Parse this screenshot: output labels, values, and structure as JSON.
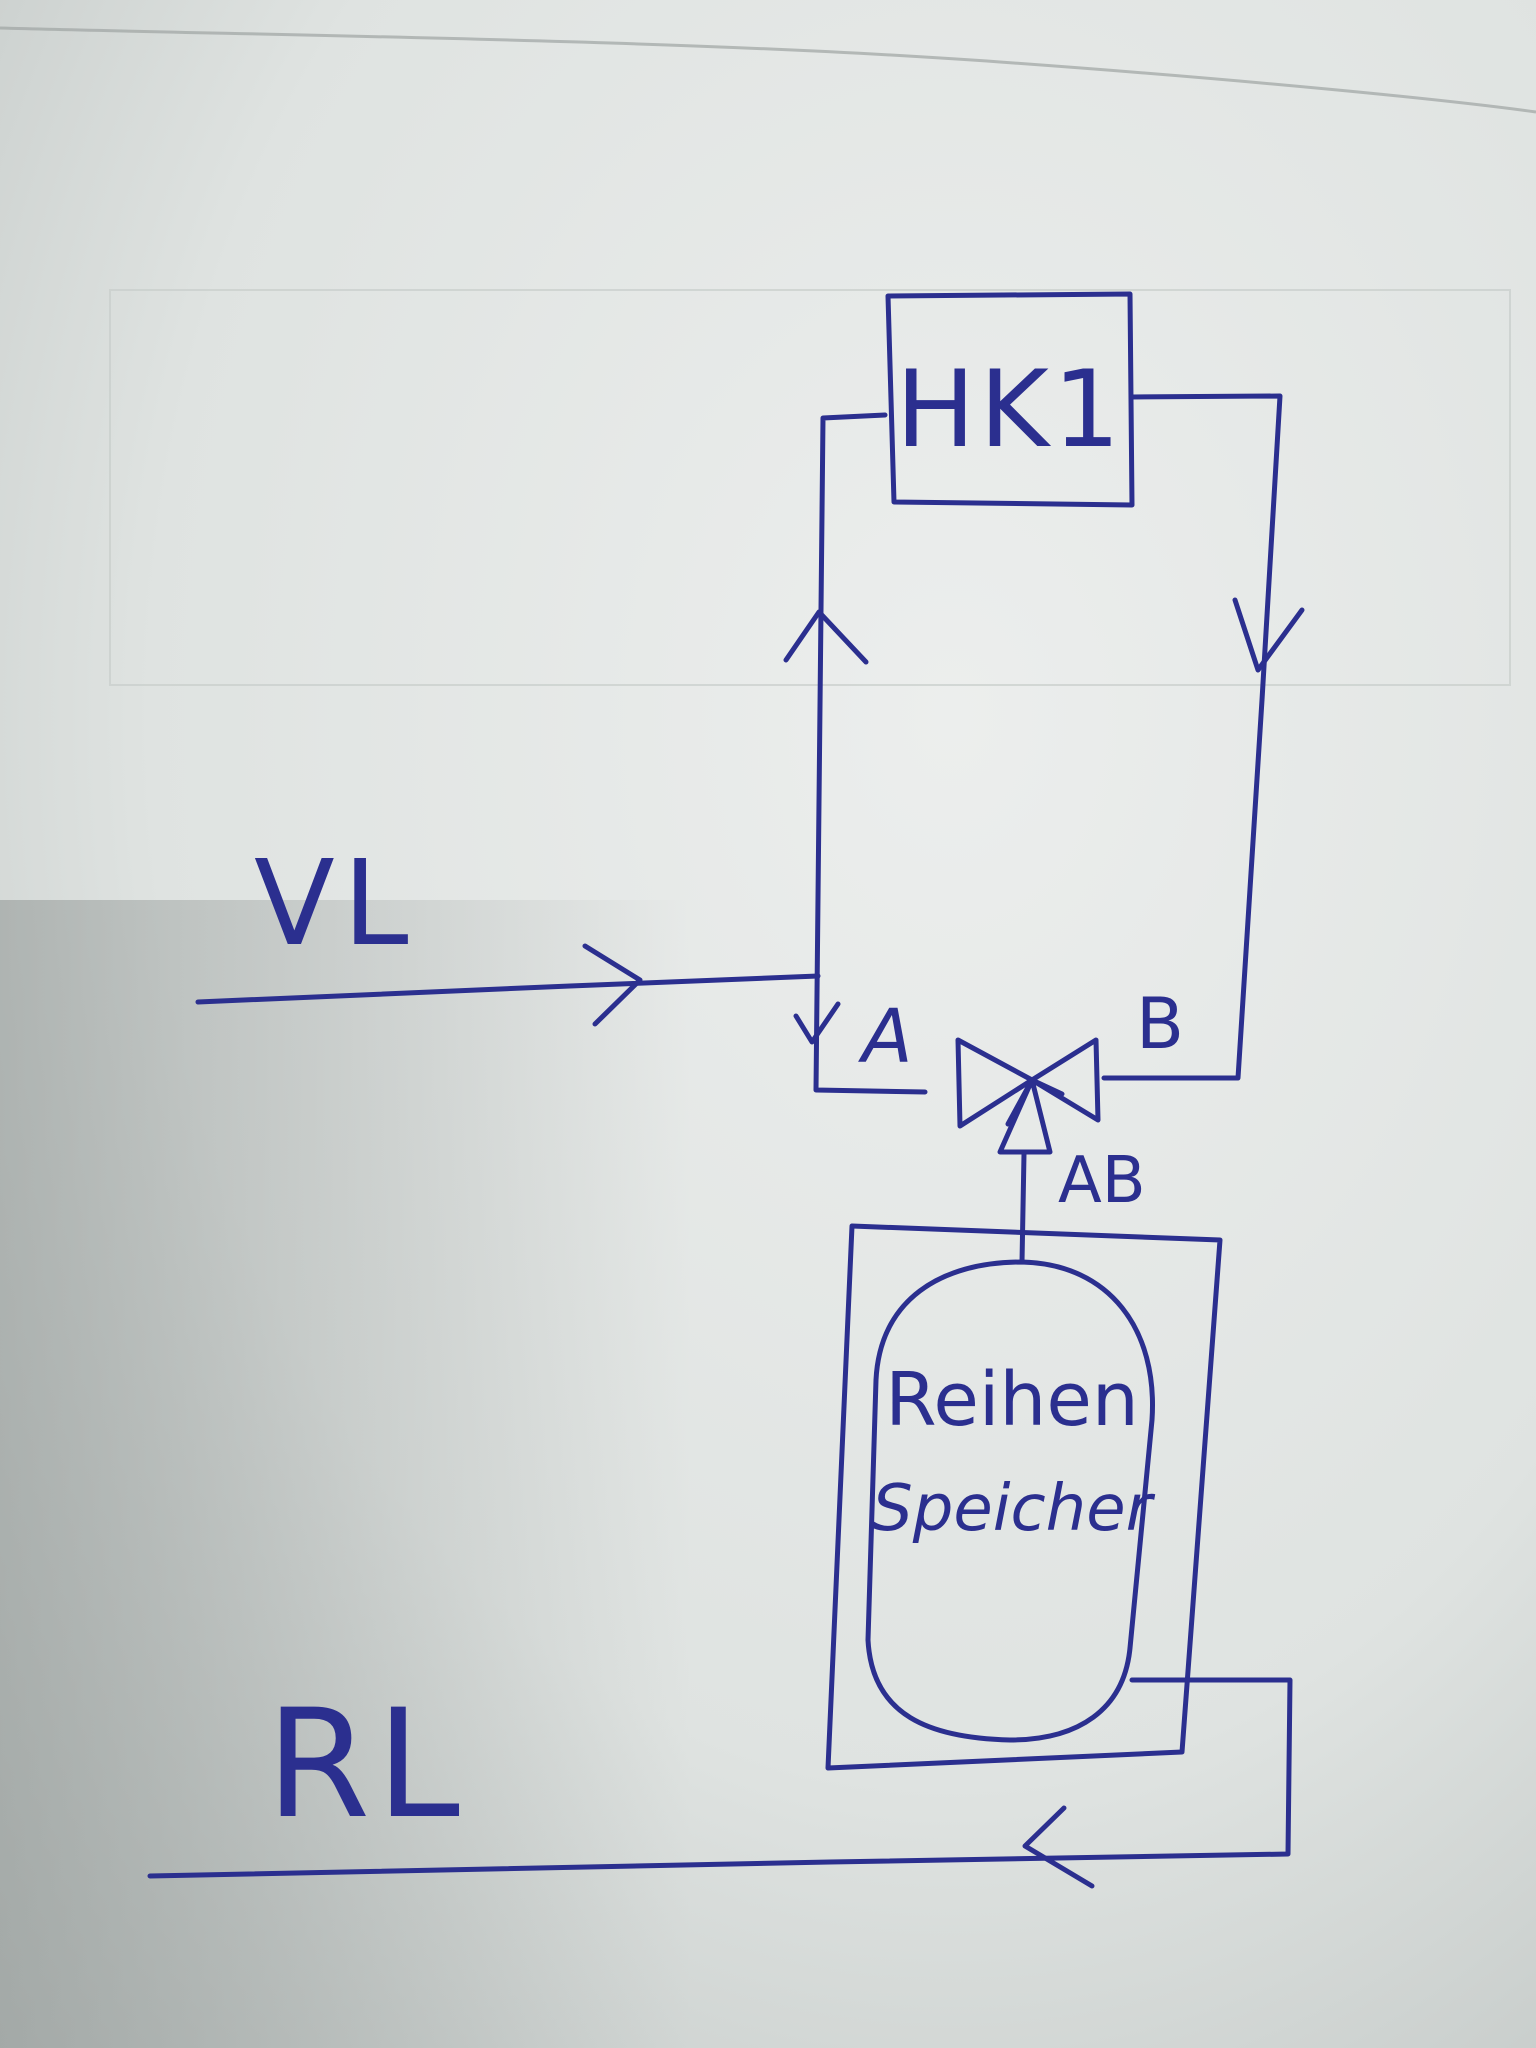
{
  "colors": {
    "ink": "#2b2f8f",
    "paper_light": "#e9eceb",
    "paper_shadow": "#aeb4b2"
  },
  "labels": {
    "heating_circuit": "HK1",
    "supply": "VL",
    "return": "RL",
    "port_a": "A",
    "port_b": "B",
    "port_ab": "AB",
    "storage_line1": "Reihen",
    "storage_line2": "Speicher"
  }
}
